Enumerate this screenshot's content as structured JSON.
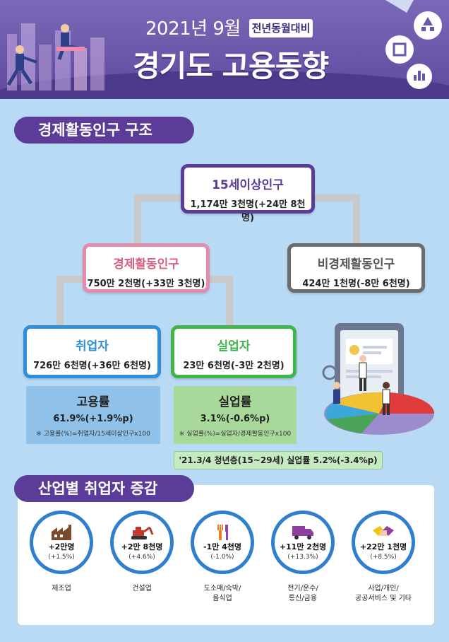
{
  "header": {
    "subtitle": "2021년 9월",
    "badge": "전년동월대비",
    "title": "경기도 고용동향"
  },
  "structure": {
    "section_title": "경제활동인구 구조",
    "population": {
      "label": "15세이상인구",
      "value": "1,174만 3천명(+24만 8천명)"
    },
    "active": {
      "label": "경제활동인구",
      "value": "750만 2천명(+33만 3천명)"
    },
    "inactive": {
      "label": "비경제활동인구",
      "value": "424만 1천명(-8만 6천명)"
    },
    "employed": {
      "label": "취업자",
      "value": "726만 6천명(+36만 6천명)"
    },
    "unemployed": {
      "label": "실업자",
      "value": "23만 6천명(-3만 2천명)"
    },
    "employment_rate": {
      "label": "고용률",
      "value": "61.9%(+1.9%p)",
      "note": "※ 고용률(%)=취업자/15세이상인구x100"
    },
    "unemployment_rate": {
      "label": "실업률",
      "value": "3.1%(-0.6%p)",
      "note": "※ 실업률(%)=실업자/경제활동인구x100"
    },
    "youth_note": "'21.3/4 청년층(15~29세) 실업률 5.2%(-3.4%p)"
  },
  "industry": {
    "section_title": "산업별 취업자 증감",
    "items": [
      {
        "icon": "factory-icon",
        "value": "+2만명",
        "pct": "(+1.5%)",
        "label1": "제조업",
        "label2": ""
      },
      {
        "icon": "excavator-icon",
        "value": "+2만 8천명",
        "pct": "(+4.6%)",
        "label1": "건설업",
        "label2": ""
      },
      {
        "icon": "fork-knife-icon",
        "value": "-1만 4천명",
        "pct": "(-1.0%)",
        "label1": "도소매/숙박/",
        "label2": "음식업"
      },
      {
        "icon": "truck-icon",
        "value": "+11만 2천명",
        "pct": "(+13.3%)",
        "label1": "전기/운수/",
        "label2": "통신/금융"
      },
      {
        "icon": "handshake-icon",
        "value": "+22만 1천명",
        "pct": "(+8.5%)",
        "label1": "사업/개인/",
        "label2": "공공서비스 및 기타"
      }
    ]
  },
  "colors": {
    "header_purple": "#6a56ab",
    "section_purple": "#5b3c98",
    "population_border": "#5b3c98",
    "active_border": "#e58bab",
    "inactive_border": "#6c6c6c",
    "employed_border": "#2f8fd8",
    "unemployed_border": "#3fb54a",
    "employment_rate_bg": "#8fc1e9",
    "unemployment_rate_bg": "#a9d89b"
  }
}
